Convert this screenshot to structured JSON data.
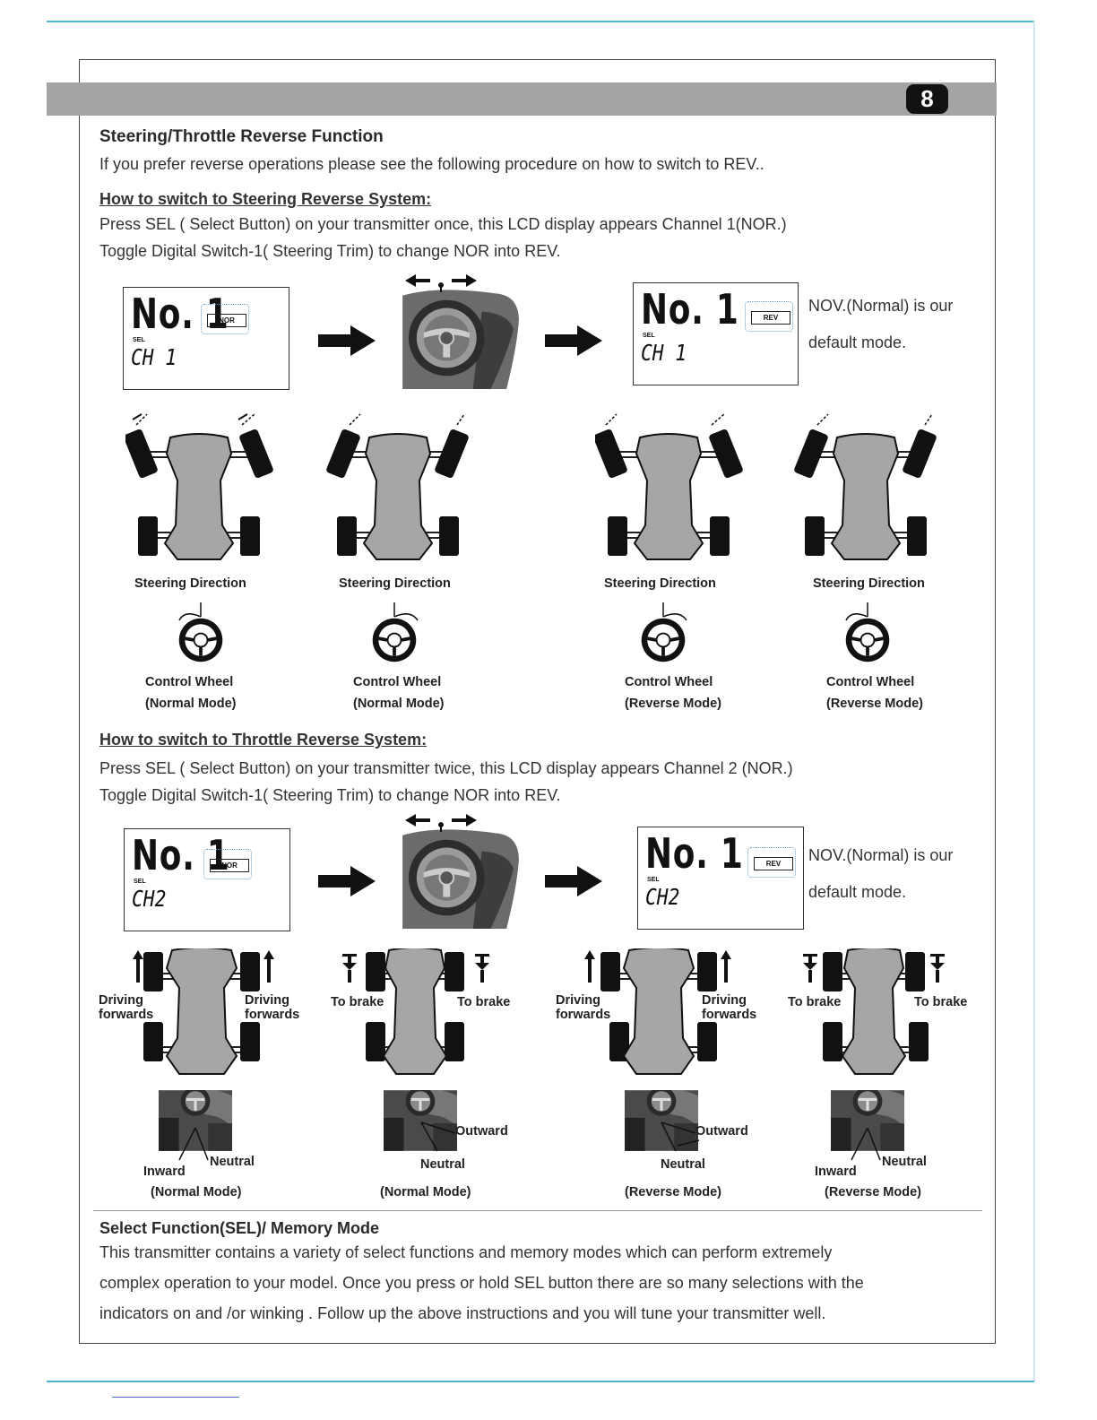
{
  "page_number": "8",
  "section1": {
    "title": "Steering/Throttle Reverse Function",
    "intro": "If you prefer reverse operations  please see the following procedure on how to switch to REV..",
    "sub_title": "How to switch to Steering Reverse System:",
    "line1": "Press SEL ( Select Button) on your transmitter once, this LCD display appears Channel 1(NOR.)",
    "line2": "Toggle Digital Switch-1( Steering Trim) to change NOR into REV."
  },
  "lcd_steer": {
    "no": "No. 1",
    "sel": "SEL",
    "ch": "CH 1",
    "nor_tag": "NOR",
    "rev_tag": "REV"
  },
  "default_note": {
    "line1": "NOV.(Normal) is our",
    "line2": "default mode."
  },
  "steering_diagrams": [
    {
      "caption": "Steering Direction",
      "wheel": "Control Wheel",
      "mode": "(Normal Mode)"
    },
    {
      "caption": "Steering Direction",
      "wheel": "Control Wheel",
      "mode": "(Normal Mode)"
    },
    {
      "caption": "Steering Direction",
      "wheel": "Control Wheel",
      "mode": "(Reverse Mode)"
    },
    {
      "caption": "Steering Direction",
      "wheel": "Control Wheel",
      "mode": "(Reverse Mode)"
    }
  ],
  "section2": {
    "sub_title": "How to switch to Throttle Reverse System:",
    "line1": "Press SEL ( Select Button) on your transmitter twice, this LCD display appears Channel 2 (NOR.)",
    "line2": "Toggle Digital Switch-1( Steering Trim) to change NOR into REV."
  },
  "lcd_throttle": {
    "no": "No. 1",
    "sel": "SEL",
    "ch": "CH2",
    "nor_tag": "NOR",
    "rev_tag": "REV"
  },
  "throttle_diagrams": [
    {
      "left": "Driving forwards",
      "right": "Driving forwards"
    },
    {
      "left": "To brake",
      "right": "To brake"
    },
    {
      "left": "Driving forwards",
      "right": "Driving forwards"
    },
    {
      "left": "To brake",
      "right": "To brake"
    }
  ],
  "trigger_diagrams": [
    {
      "a": "Inward",
      "b": "Neutral",
      "mode": "(Normal Mode)"
    },
    {
      "a": "Outward",
      "b": "Neutral",
      "mode": "(Normal Mode)"
    },
    {
      "a": "Outward",
      "b": "Neutral",
      "mode": "(Reverse Mode)"
    },
    {
      "a": "Inward",
      "b": "Neutral",
      "mode": "(Reverse Mode)"
    }
  ],
  "section3": {
    "title": "Select Function(SEL)/ Memory Mode",
    "line1": "This transmitter contains a variety of  select functions and memory modes which can perform extremely",
    "line2": "complex operation to your model.  Once you press or hold SEL button there are so many selections with the",
    "line3": "indicators on and /or winking . Follow up the above instructions and you will tune your transmitter well."
  }
}
